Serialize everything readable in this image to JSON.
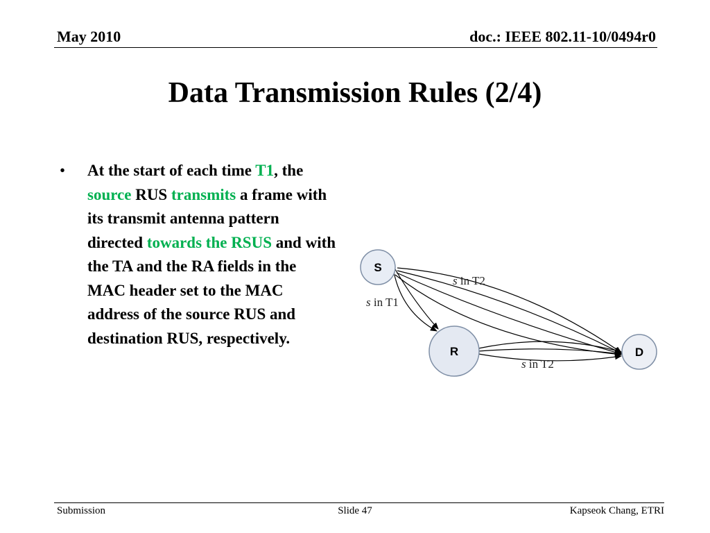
{
  "header": {
    "date": "May 2010",
    "doc_id": "doc.: IEEE 802.11-10/0494r0"
  },
  "title": "Data Transmission Rules (2/4)",
  "bullet": {
    "marker": "•",
    "runs": [
      {
        "text": "At the start of each time ",
        "highlight": false
      },
      {
        "text": "T1",
        "highlight": true
      },
      {
        "text": ", the ",
        "highlight": false
      },
      {
        "text": "source",
        "highlight": true
      },
      {
        "text": " RUS ",
        "highlight": false
      },
      {
        "text": "transmits",
        "highlight": true
      },
      {
        "text": " a frame with its transmit antenna pattern directed ",
        "highlight": false
      },
      {
        "text": "towards the RSUS",
        "highlight": true
      },
      {
        "text": " and with the TA and the RA fields in the MAC header set to the MAC address of the source RUS and destination RUS, respectively.",
        "highlight": false
      }
    ]
  },
  "diagram": {
    "nodes": {
      "s": "S",
      "r": "R",
      "d": "D"
    },
    "edge_labels": {
      "s_to_d": {
        "var": "s",
        "rest": " in T2"
      },
      "s_to_r": {
        "var": "s",
        "rest": " in T1"
      },
      "r_to_d": {
        "var": "s",
        "rest": " in T2"
      }
    }
  },
  "footer": {
    "left": "Submission",
    "center": "Slide 47",
    "right": "Kapseok Chang, ETRI"
  },
  "colors": {
    "highlight": "#00b050",
    "node_fill_s": "#e8edf5",
    "node_fill_r": "#e4e9f2",
    "node_fill_d": "#eceff5",
    "node_stroke": "#7f8fa6"
  }
}
